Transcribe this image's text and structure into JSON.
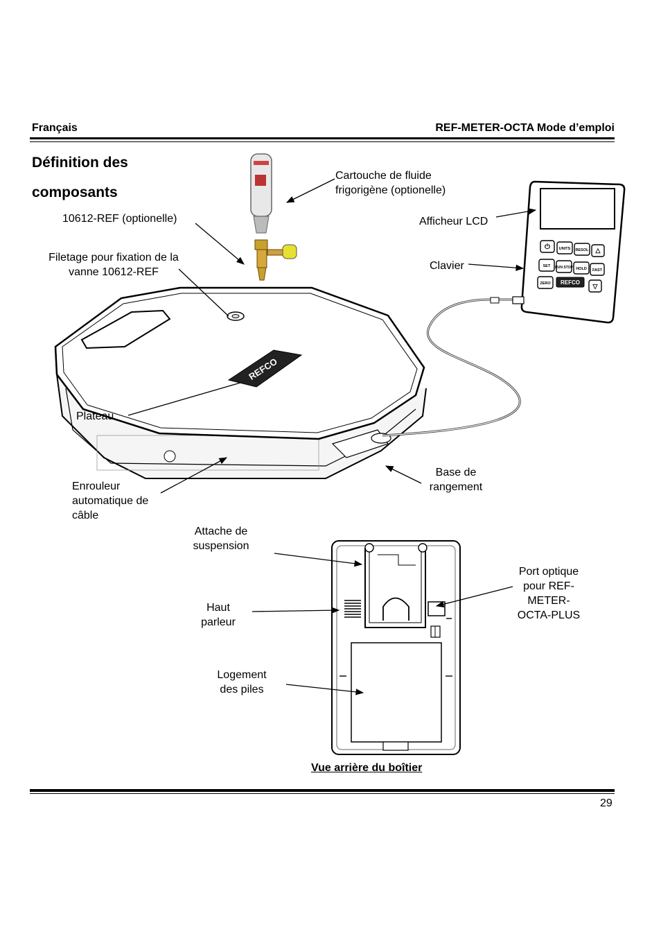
{
  "header": {
    "language": "Français",
    "manual_title": "REF-METER-OCTA Mode d’emploi"
  },
  "section": {
    "title_line1": "Définition des",
    "title_line2": "composants"
  },
  "labels": {
    "cartridge": "Cartouche de fluide frigorigène (optionelle)",
    "valve": "10612-REF (optionelle)",
    "thread": "Filetage pour fixation de la vanne 10612-REF",
    "lcd": "Afficheur LCD",
    "keypad": "Clavier",
    "platform": "Plateau",
    "storage_base": "Base de rangement",
    "cable_reel": "Enrouleur automatique de câble",
    "hanger": "Attache de suspension",
    "speaker": "Haut parleur",
    "optical_port": "Port optique pour REF-METER-OCTA-PLUS",
    "battery": "Logement des piles"
  },
  "device": {
    "logo": "REFCO",
    "keys": [
      "UNITS",
      "RESOL",
      "SET",
      "RUN STOP",
      "HOLD",
      "FAST",
      "ZERO"
    ]
  },
  "caption": "Vue arrière du boîtier",
  "page_number": "29"
}
